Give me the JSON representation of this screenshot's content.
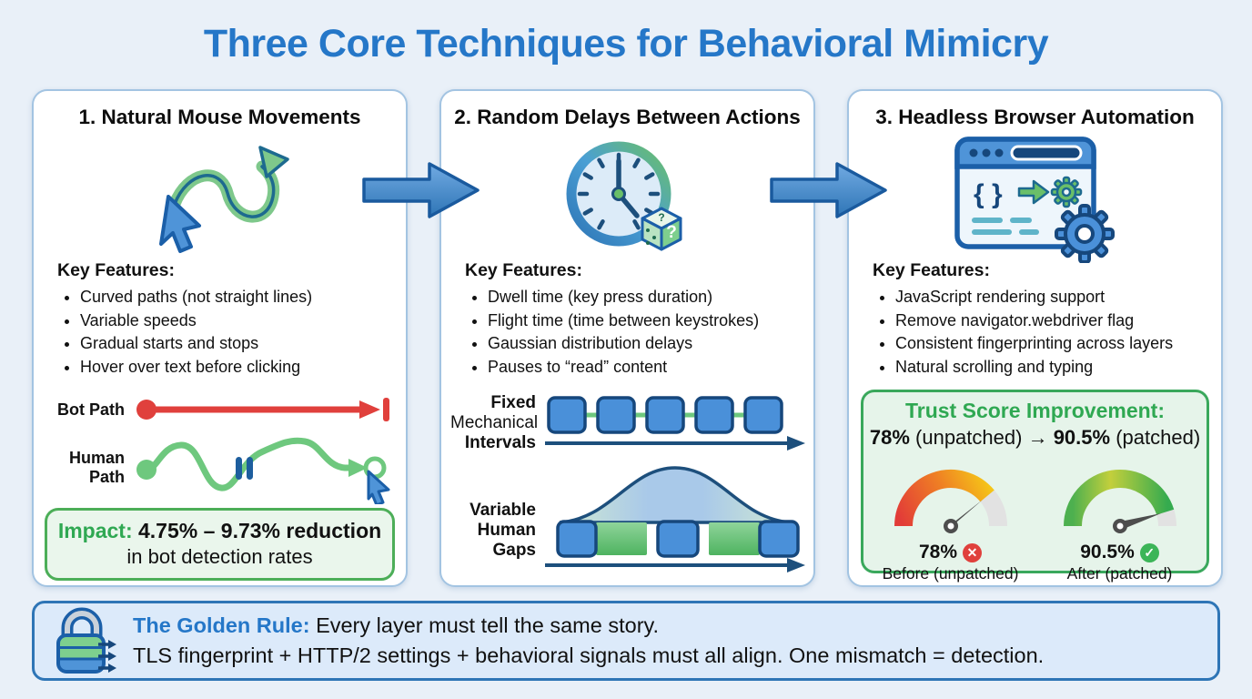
{
  "title": "Three Core Techniques for Behavioral Mimicry",
  "cards": [
    {
      "title": "1. Natural Mouse Movements",
      "features_heading": "Key Features:",
      "features": [
        "Curved paths (not straight lines)",
        "Variable speeds",
        "Gradual starts and stops",
        "Hover over text before clicking"
      ],
      "bot_path_label": "Bot Path",
      "human_path_label_line1": "Human",
      "human_path_label_line2": "Path",
      "impact": {
        "prefix": "Impact:",
        "bold": "4.75% – 9.73% reduction",
        "line2": "in bot detection rates"
      }
    },
    {
      "title": "2. Random Delays Between Actions",
      "features_heading": "Key Features:",
      "features": [
        "Dwell time (key press duration)",
        "Flight time (time between keystrokes)",
        "Gaussian distribution delays",
        "Pauses to “read” content"
      ],
      "fixed_label": [
        "Fixed",
        "Mechanical",
        "Intervals"
      ],
      "variable_label": [
        "Variable",
        "Human",
        "Gaps"
      ]
    },
    {
      "title": "3. Headless Browser Automation",
      "features_heading": "Key Features:",
      "features": [
        "JavaScript rendering support",
        "Remove navigator.webdriver flag",
        "Consistent fingerprinting across layers",
        "Natural scrolling and typing"
      ],
      "trust": {
        "heading": "Trust Score Improvement:",
        "before_value": "78%",
        "before_paren": "(unpatched)",
        "arrow": "→",
        "after_value": "90.5%",
        "after_paren": "(patched)",
        "gauges": [
          {
            "value": "78%",
            "badge": "✕",
            "caption": "Before (unpatched)"
          },
          {
            "value": "90.5%",
            "badge": "✓",
            "caption": "After (patched)"
          }
        ]
      }
    }
  ],
  "banner": {
    "heading": "The Golden Rule:",
    "line1": "Every layer must tell the same story.",
    "line2": "TLS fingerprint + HTTP/2 settings + behavioral signals must all align. One mismatch = detection."
  },
  "icons": {
    "code_braces": "{ }",
    "dice_question_top": "?",
    "dice_question_side": "?"
  },
  "colors": {
    "background": "#e9f0f8",
    "title_blue": "#2577c8",
    "card_border": "#a3c4e2",
    "arrow_blue": "#2e75b6",
    "bot_red": "#e0403c",
    "path_green": "#6ec87e",
    "impact_green": "#2fa852",
    "impact_bg": "#eaf6ec",
    "trust_bg": "#e6f4ea",
    "banner_bg": "#dceafa",
    "banner_border": "#2e75b6",
    "navy_outline": "#16477c"
  }
}
